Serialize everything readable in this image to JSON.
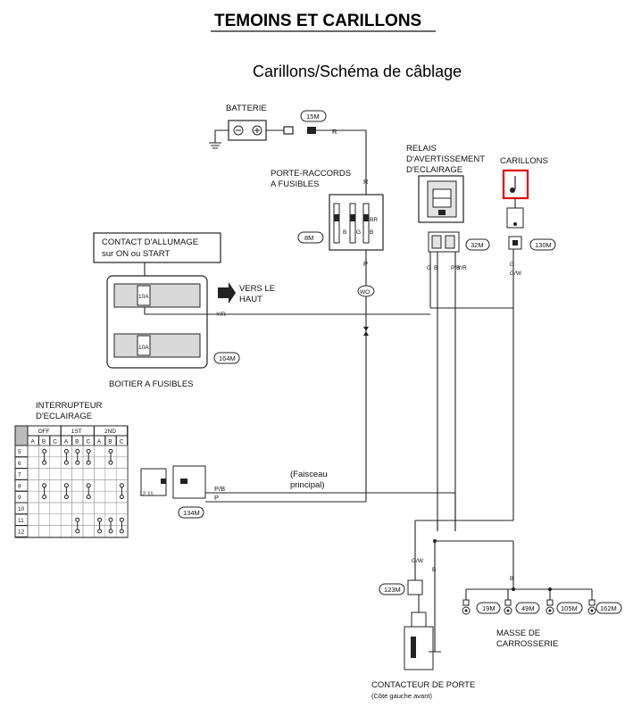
{
  "title": "TEMOINS ET CARILLONS",
  "subtitle": "Carillons/Schéma de câblage",
  "components": {
    "battery": "BATTERIE",
    "fuse_block": [
      "PORTE-RACCORDS",
      "A FUSIBLES"
    ],
    "warning_relay": [
      "RELAIS",
      "D'AVERTISSEMENT",
      "D'ECLAIRAGE"
    ],
    "chime": "CARILLONS",
    "ignition": [
      "CONTACT D'ALLUMAGE",
      "sur ON ou START"
    ],
    "fuse_box": "BOITIER A FUSIBLES",
    "to_top": [
      "VERS LE",
      "HAUT"
    ],
    "light_switch": [
      "INTERRUPTEUR",
      "D'ECLAIRAGE"
    ],
    "harness": [
      "(Faisceau",
      "principal)"
    ],
    "door_switch": [
      "CONTACTEUR DE PORTE",
      "(Côté gauche avant)"
    ],
    "ground": [
      "MASSE DE",
      "CARROSSERIE"
    ]
  },
  "connectors": {
    "c15m": "15M",
    "c8m": "8M",
    "c32m": "32M",
    "c130m": "130M",
    "c164m": "164M",
    "c134m": "134M",
    "c123m": "123M",
    "c19m": "19M",
    "c49m": "49M",
    "c105m": "105M",
    "c162m": "162M",
    "wo": "WO"
  },
  "fuses": {
    "f1": "10A",
    "f2": "10A"
  },
  "wire_colors": {
    "r": "R",
    "br": "BR",
    "p": "P",
    "b": "B",
    "g": "G",
    "gw": "G/W",
    "pb": "P/B",
    "yr": "Y/R",
    "yr2": "Y/R",
    "pb2": "P/B",
    "p2": "P",
    "gw2": "G/W",
    "b2": "B",
    "b3": "B",
    "fb1": "B",
    "fb2": "G",
    "fb3": "B"
  },
  "switch_table": {
    "groups": [
      "OFF",
      "1ST",
      "2ND"
    ],
    "cols": [
      "A",
      "B",
      "C",
      "A",
      "B",
      "C",
      "A",
      "B",
      "C"
    ],
    "rows": [
      "5",
      "6",
      "7",
      "8",
      "9",
      "10",
      "11",
      "12"
    ],
    "connector_pins": "12 11"
  }
}
